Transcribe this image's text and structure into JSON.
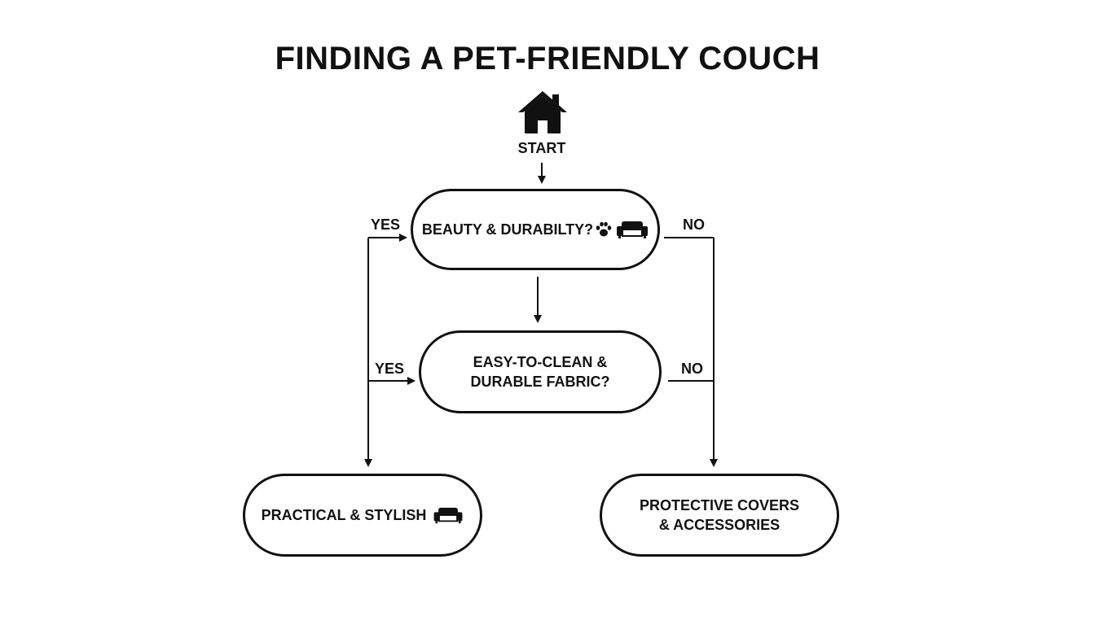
{
  "title": "FINDING A PET-FRIENDLY COUCH",
  "start": {
    "label": "START",
    "icon": "house-icon"
  },
  "nodes": {
    "q1": {
      "label": "BEAUTY & DURABILTY?",
      "icons": [
        "paw-icon",
        "couch-icon"
      ]
    },
    "q2": {
      "line1": "EASY-TO-CLEAN &",
      "line2": "DURABLE FABRIC?"
    },
    "res_yes": {
      "label": "PRACTICAL & STYLISH",
      "icon": "couch-icon"
    },
    "res_no": {
      "line1": "PROTECTIVE COVERS",
      "line2": "& ACCESSORIES"
    }
  },
  "edges": {
    "yes1": "YES",
    "no1": "NO",
    "yes2": "YES",
    "no2": "NO"
  },
  "colors": {
    "stroke": "#111111",
    "background": "#ffffff"
  }
}
